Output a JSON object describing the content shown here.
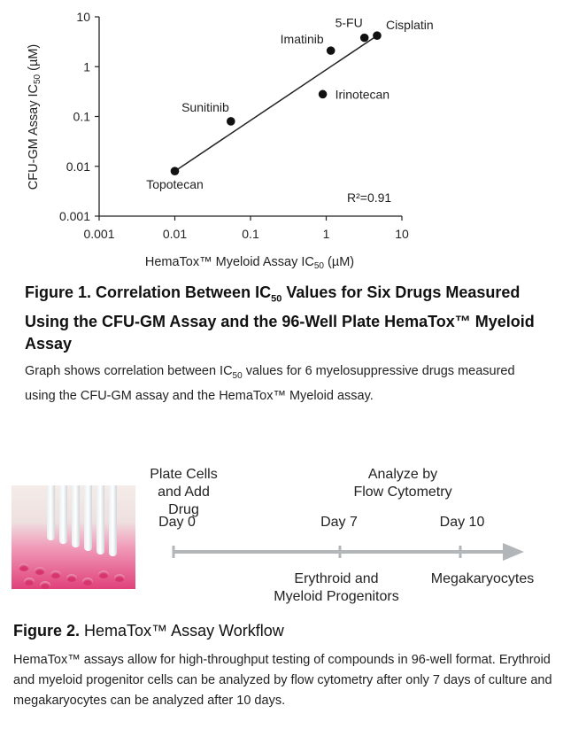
{
  "chart_data": {
    "type": "scatter",
    "scale": "log-log",
    "xlabel": "HemaTox™ Myeloid Assay IC",
    "xlabel_sub": "50",
    "xlabel_unit": " (µM)",
    "ylabel": "CFU-GM Assay IC",
    "ylabel_sub": "50",
    "ylabel_unit": " (µM)",
    "xlim": [
      0.001,
      10
    ],
    "ylim": [
      0.001,
      10
    ],
    "x_ticks": [
      0.001,
      0.01,
      0.1,
      1,
      10
    ],
    "x_tick_labels": [
      "0.001",
      "0.01",
      "0.1",
      "1",
      "10"
    ],
    "y_ticks": [
      0.001,
      0.01,
      0.1,
      1,
      10
    ],
    "y_tick_labels": [
      "0.001",
      "0.01",
      "0.1",
      "1",
      "10"
    ],
    "points": [
      {
        "label": "Topotecan",
        "x": 0.01,
        "y": 0.008
      },
      {
        "label": "Sunitinib",
        "x": 0.055,
        "y": 0.08
      },
      {
        "label": "Irinotecan",
        "x": 0.9,
        "y": 0.28
      },
      {
        "label": "Imatinib",
        "x": 1.15,
        "y": 2.1
      },
      {
        "label": "5-FU",
        "x": 3.2,
        "y": 3.8
      },
      {
        "label": "Cisplatin",
        "x": 4.7,
        "y": 4.2
      }
    ],
    "fit_line": {
      "x": [
        0.01,
        4.7
      ],
      "y": [
        0.008,
        4.2
      ]
    },
    "annotation": "R²=0.91",
    "grid": false
  },
  "figure1": {
    "label": "Figure 1.",
    "title_part1": "Correlation Between IC",
    "title_sub": "50",
    "title_part2": " Values for Six Drugs Measured Using the CFU-GM Assay and the 96-Well Plate HemaTox™ Myeloid Assay",
    "desc_part1": "Graph shows correlation between IC",
    "desc_sub": "50",
    "desc_part2": " values for 6 myelosuppressive drugs measured using the CFU-GM assay and the HemaTox™ Myeloid assay."
  },
  "workflow": {
    "steps": [
      {
        "top": "Plate Cells\nand Add Drug",
        "day": "Day 0",
        "bottom": ""
      },
      {
        "top": "Analyze by\nFlow Cytometry",
        "day": "Day 7",
        "bottom": "Erythroid and\nMyeloid Progenitors"
      },
      {
        "top": "",
        "day": "Day 10",
        "bottom": "Megakaryocytes"
      }
    ],
    "arrow_color": "#b3b6b8"
  },
  "figure2": {
    "label": "Figure 2.",
    "title": "HemaTox™ Assay Workflow",
    "desc": "HemaTox™ assays allow for high-throughput testing of compounds in 96-well format. Erythroid and myeloid progenitor cells can be analyzed by flow cytometry after only 7 days of culture and megakaryocytes can be analyzed after 10 days."
  }
}
